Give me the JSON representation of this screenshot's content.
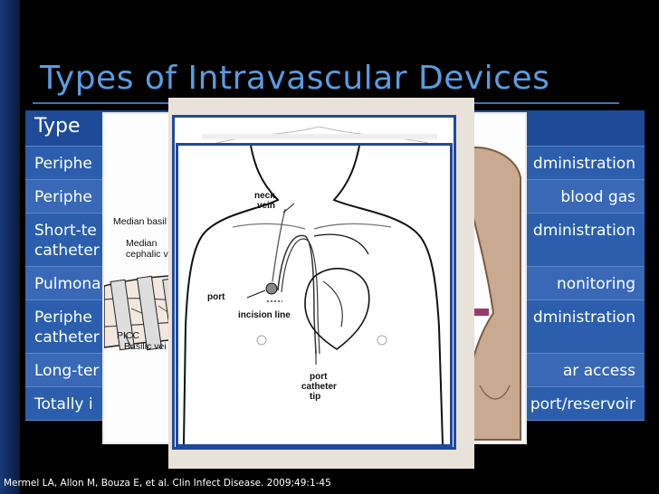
{
  "slide": {
    "title": "Types of Intravascular Devices",
    "citation": "Mermel LA, Allon M, Bouza E, et al. Clin Infect Disease. 2009;49:1-45"
  },
  "table": {
    "header": {
      "type": "Type",
      "use": ""
    },
    "rows": [
      {
        "type": "Periphe",
        "use": "dministration"
      },
      {
        "type": "Periphe",
        "use": "blood gas"
      },
      {
        "type": "Short-te\ncatheter",
        "use": "dministration"
      },
      {
        "type": "Pulmona",
        "use": "nonitoring"
      },
      {
        "type": "Periphe\ncatheter",
        "use": "dministration"
      },
      {
        "type": "Long-ter",
        "use": "ar access"
      },
      {
        "type": "Totally i",
        "use": "port/reservoir"
      }
    ]
  },
  "figure_arm": {
    "labels": {
      "median_basilic": "Median basil",
      "median_cephalic": "Median\ncephalic vei",
      "picc": "PICC",
      "basilic_vein": "Basilic vei"
    }
  },
  "figure_chest": {
    "labels": {
      "neck_vein": "neck\nvein",
      "port": "port",
      "incision_line": "incision line",
      "port_catheter_tip": "port\ncatheter\ntip"
    }
  },
  "colors": {
    "title": "#5a9ce0",
    "row_dark": "#2b5fae",
    "row_light": "#3969b6",
    "header": "#1e4a98",
    "frame": "#1f4a9b"
  }
}
